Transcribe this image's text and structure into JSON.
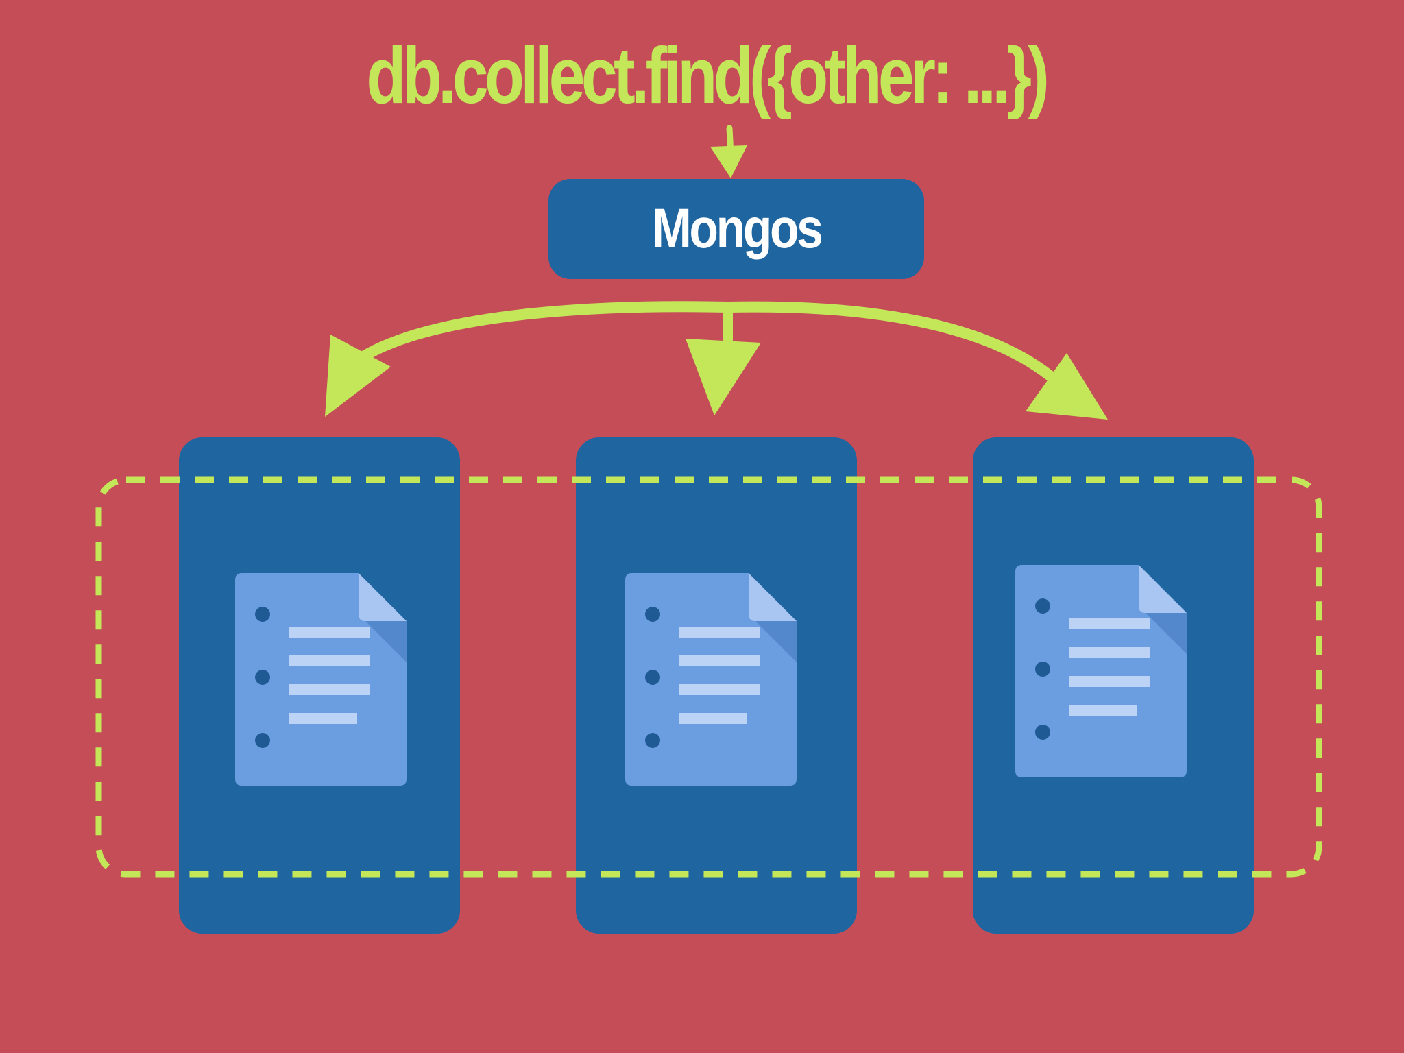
{
  "query": {
    "text": "db.collect.find({other: ...})"
  },
  "router": {
    "label": "Mongos"
  },
  "shards": [
    {
      "id": "shard-1",
      "icon": "document-icon"
    },
    {
      "id": "shard-2",
      "icon": "document-icon"
    },
    {
      "id": "shard-3",
      "icon": "document-icon"
    }
  ],
  "colors": {
    "background": "#c44d58",
    "accent": "#c4e75a",
    "box": "#1f65a0",
    "document": "#6b9ee0",
    "document_fold": "#a9c6f2",
    "document_lines": "#bcd3f5"
  }
}
